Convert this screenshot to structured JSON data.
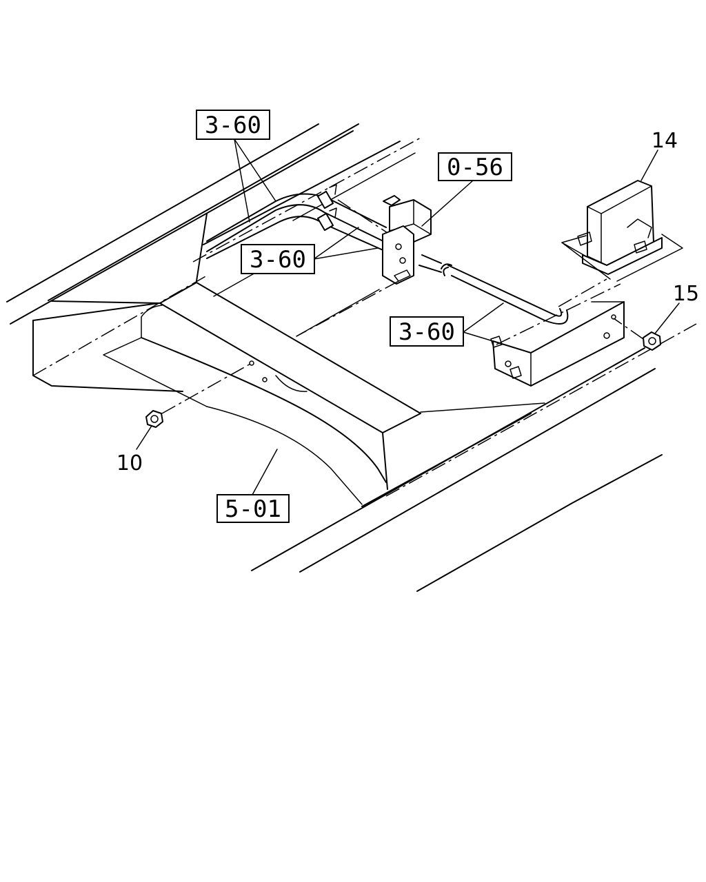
{
  "callouts": {
    "ref_3_60_top": "3-60",
    "ref_3_60_mid": "3-60",
    "ref_3_60_right": "3-60",
    "ref_0_56": "0-56",
    "ref_5_01": "5-01"
  },
  "part_numbers": {
    "p14": "14",
    "p15": "15",
    "p10": "10"
  }
}
